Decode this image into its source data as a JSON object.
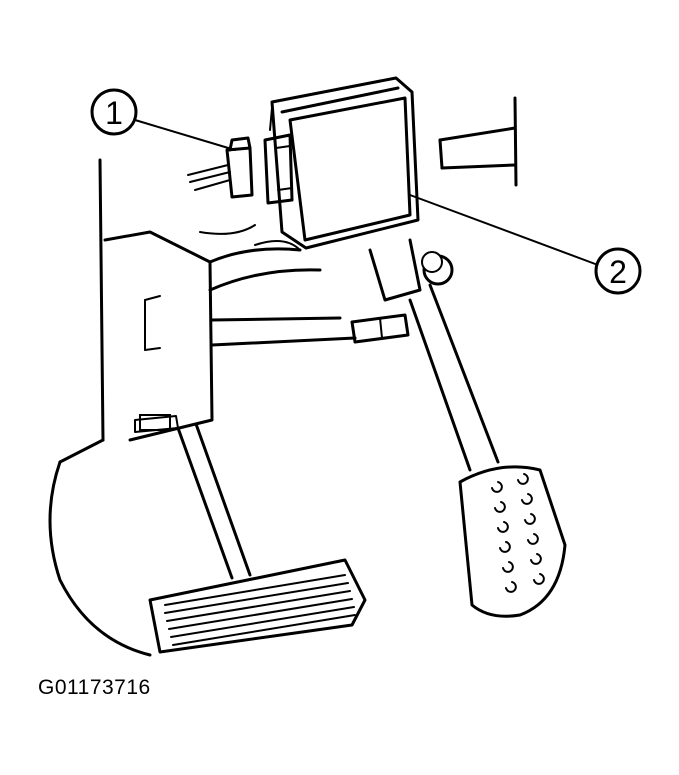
{
  "callouts": [
    {
      "label": "1"
    },
    {
      "label": "2"
    }
  ],
  "figure_code": "G01173716"
}
